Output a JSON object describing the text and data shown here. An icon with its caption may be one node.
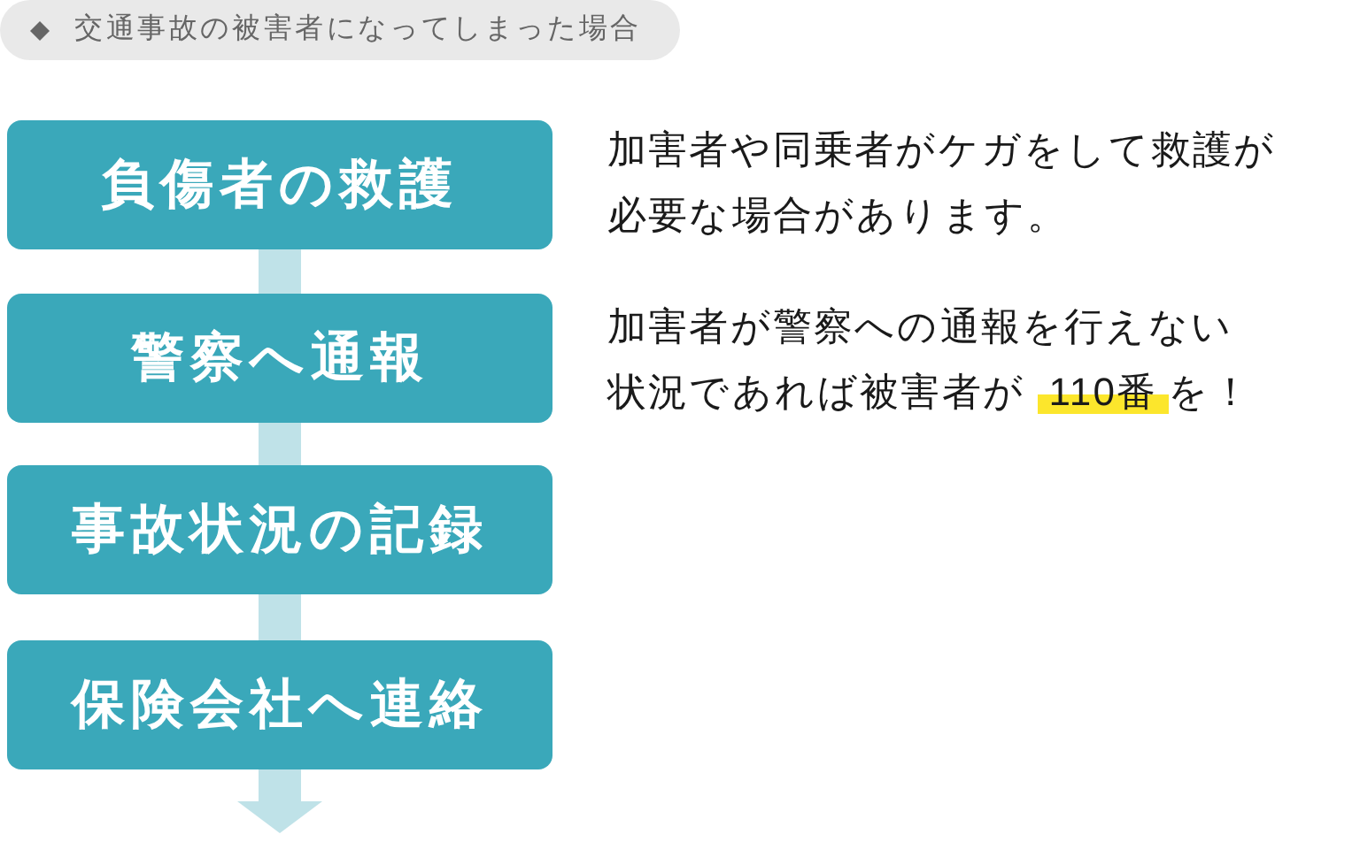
{
  "diagram": {
    "title": "交通事故の被害者になってしまった場合",
    "nodes": [
      {
        "text": [
          "負傷者の救護"
        ],
        "beside": [
          "加害者や同乗者がケガをして救護が必要な場合があります。"
        ]
      },
      {
        "text": [
          "警察へ通報"
        ],
        "beside": [
          "加害者が警察への通報を行えない状況であれば被害者が **110番**を！"
        ]
      },
      {
        "text": [
          "事故状況の記録"
        ]
      },
      {
        "text": [
          "保険会社へ連絡"
        ]
      }
    ],
    "edges": [
      {
        "from": 0,
        "to": 1,
        "arrow": "none"
      },
      {
        "from": 1,
        "to": 2,
        "arrow": "none"
      },
      {
        "from": 2,
        "to": 3,
        "arrow": "none"
      },
      {
        "from": 3,
        "to": null,
        "arrow": "to"
      }
    ]
  }
}
